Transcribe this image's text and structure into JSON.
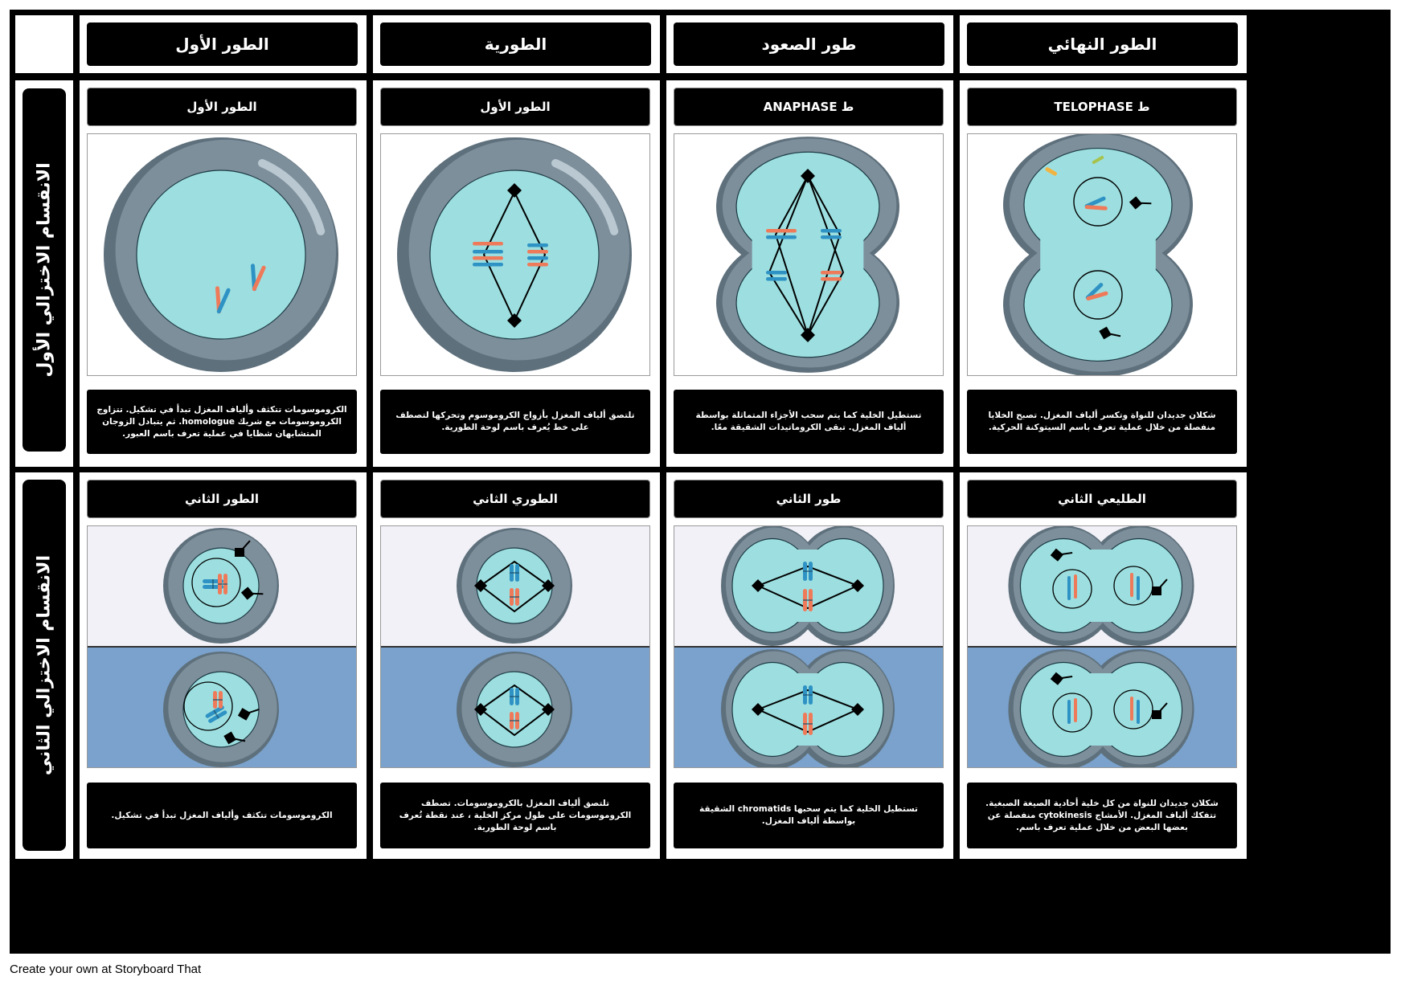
{
  "column_headers": [
    "الطور الأول",
    "الطورية",
    "طور الصعود",
    "الطور النهائي"
  ],
  "row_labels": [
    "الانقسام الاختزالي الأول",
    "الانقسام الاختزالي الثاني"
  ],
  "rows": [
    {
      "stages": [
        {
          "title": "الطور الأول",
          "caption": "الكروموسومات تتكثف وألياف المغزل تبدأ في تشكيل. تتزاوج الكروموسومات مع شريك homologue. ثم يتبادل الزوجان المتشابهان شظايا في عملية تعرف باسم العبور."
        },
        {
          "title": "الطور الأول",
          "caption": "تلتصق ألياف المغزل بأزواج الكروموسوم وتحركها لتصطف على خط يُعرف باسم لوحة الطورية."
        },
        {
          "title": "ANAPHASE ط",
          "caption": "تستطيل الخلية كما يتم سحب الأجزاء المتماثلة بواسطة ألياف المغزل. تبقى الكروماتيدات الشقيقة معًا."
        },
        {
          "title": "TELOPHASE ط",
          "caption": "شكلان جديدان للنواة وتكسر ألياف المغزل. تصبح الخلايا منفصلة من خلال عملية تعرف باسم السيتوكنة الحركية."
        }
      ]
    },
    {
      "stages": [
        {
          "title": "الطور الثاني",
          "caption": "الكروموسومات تتكثف وألياف المغزل تبدأ في تشكيل."
        },
        {
          "title": "الطوري الثاني",
          "caption": "تلتصق ألياف المغزل بالكروموسومات. تصطف الكروموسومات على طول مركز الخلية ، عند نقطة تُعرف باسم لوحة الطورية."
        },
        {
          "title": "طور الثاني",
          "caption": "تستطيل الخلية كما يتم سحبها chromatids الشقيقة بواسطة ألياف المغزل."
        },
        {
          "title": "الطليعي الثاني",
          "caption": "شكلان جديدان للنواة من كل خلية أحادية الصيغة الصبغية. تتفكك ألياف المغزل. الأمشاج cytokinesis منفصلة عن بعضها البعض من خلال عملية تعرف باسم."
        }
      ]
    }
  ],
  "footer": "Create your own at Storyboard That",
  "colors": {
    "cell_outer": "#7d8f9b",
    "cell_inner": "#9ddfe0",
    "chromosome_orange": "#ef7a5a",
    "chromosome_blue": "#2e93c4",
    "panel_light": "#f1f1f7",
    "panel_blue": "#7aa2cc"
  }
}
